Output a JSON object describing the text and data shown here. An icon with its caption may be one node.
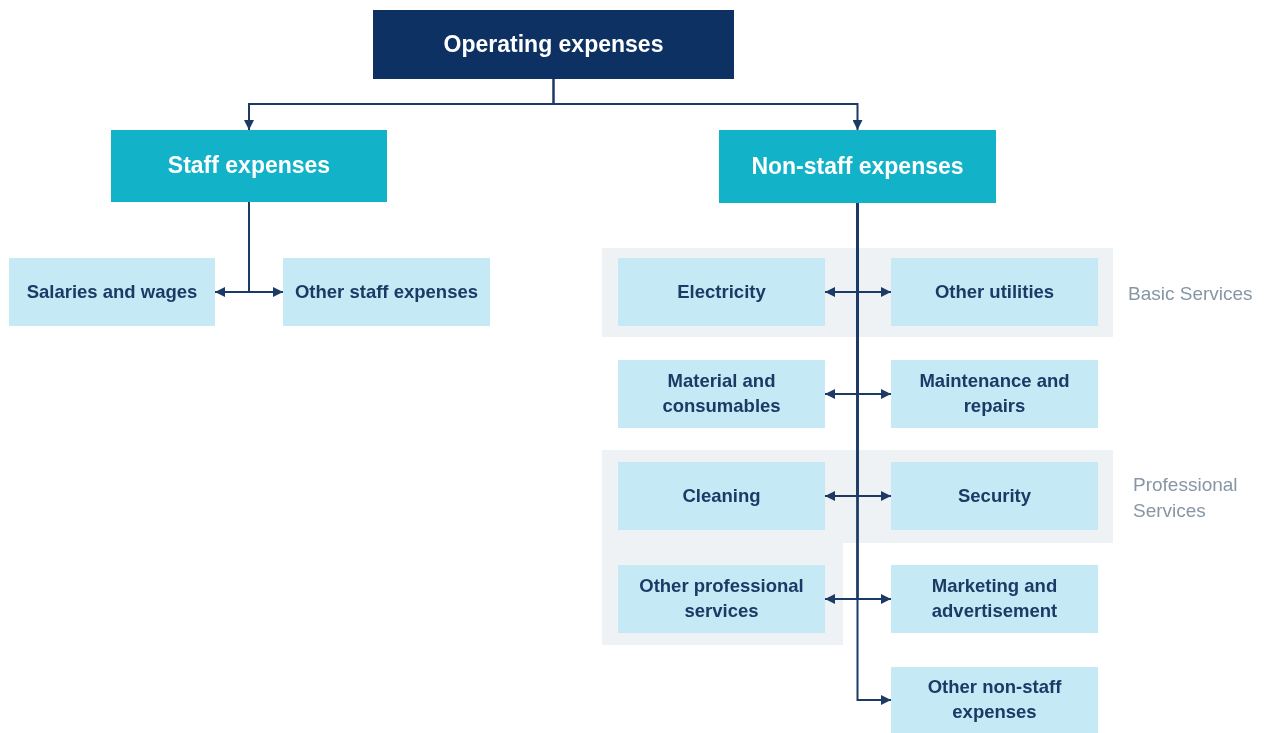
{
  "diagram": {
    "nodes": [
      {
        "text": [
          "Operating expenses"
        ]
      },
      {
        "text": [
          "Staff expenses"
        ]
      },
      {
        "text": [
          "Non-staff expenses"
        ]
      },
      {
        "text": [
          "Salaries and wages"
        ]
      },
      {
        "text": [
          "Other staff expenses"
        ]
      },
      {
        "text": [
          "Basic Services"
        ]
      },
      {
        "text": [
          "Electricity"
        ],
        "in": 5
      },
      {
        "text": [
          "Other utilities"
        ],
        "in": 5
      },
      {
        "text": [
          "Material and consumables"
        ]
      },
      {
        "text": [
          "Maintenance and repairs"
        ]
      },
      {
        "text": [
          "Professional Services"
        ]
      },
      {
        "text": [
          "Cleaning"
        ],
        "in": 10
      },
      {
        "text": [
          "Security"
        ],
        "in": 10
      },
      {
        "text": [
          "Other professional services"
        ],
        "in": 10
      },
      {
        "text": [
          "Marketing and advertisement"
        ]
      },
      {
        "text": [
          "Other non-staff expenses"
        ]
      }
    ],
    "edges": [
      {
        "from": 0,
        "to": 1,
        "arrow": "to"
      },
      {
        "from": 0,
        "to": 2,
        "arrow": "to"
      },
      {
        "from": 1,
        "to": 3,
        "arrow": "to"
      },
      {
        "from": 1,
        "to": 4,
        "arrow": "to"
      },
      {
        "from": 2,
        "to": 6,
        "arrow": "to"
      },
      {
        "from": 2,
        "to": 7,
        "arrow": "to"
      },
      {
        "from": 2,
        "to": 8,
        "arrow": "to"
      },
      {
        "from": 2,
        "to": 9,
        "arrow": "to"
      },
      {
        "from": 2,
        "to": 11,
        "arrow": "to"
      },
      {
        "from": 2,
        "to": 12,
        "arrow": "to"
      },
      {
        "from": 2,
        "to": 13,
        "arrow": "to"
      },
      {
        "from": 2,
        "to": 14,
        "arrow": "to"
      },
      {
        "from": 2,
        "to": 15,
        "arrow": "to"
      }
    ]
  }
}
